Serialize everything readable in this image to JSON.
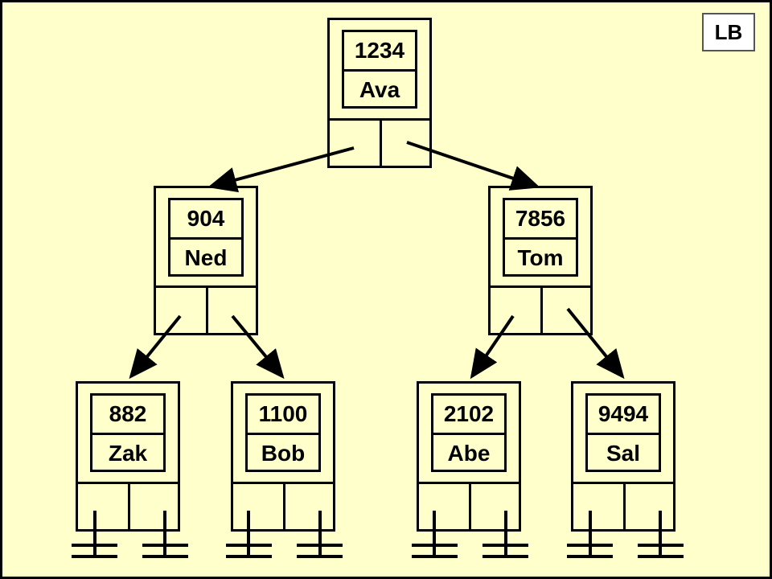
{
  "badge": "LB",
  "nodes": {
    "root": {
      "key": "1234",
      "name": "Ava"
    },
    "left": {
      "key": "904",
      "name": "Ned"
    },
    "right": {
      "key": "7856",
      "name": "Tom"
    },
    "ll": {
      "key": "882",
      "name": "Zak"
    },
    "lr": {
      "key": "1100",
      "name": "Bob"
    },
    "rl": {
      "key": "2102",
      "name": "Abe"
    },
    "rr": {
      "key": "9494",
      "name": "Sal"
    }
  },
  "edges": [
    {
      "from": "root",
      "to": "left"
    },
    {
      "from": "root",
      "to": "right"
    },
    {
      "from": "left",
      "to": "ll"
    },
    {
      "from": "left",
      "to": "lr"
    },
    {
      "from": "right",
      "to": "rl"
    },
    {
      "from": "right",
      "to": "rr"
    }
  ],
  "colors": {
    "background": "#ffffcc",
    "border": "#000000",
    "badge_bg": "#ffffff"
  }
}
